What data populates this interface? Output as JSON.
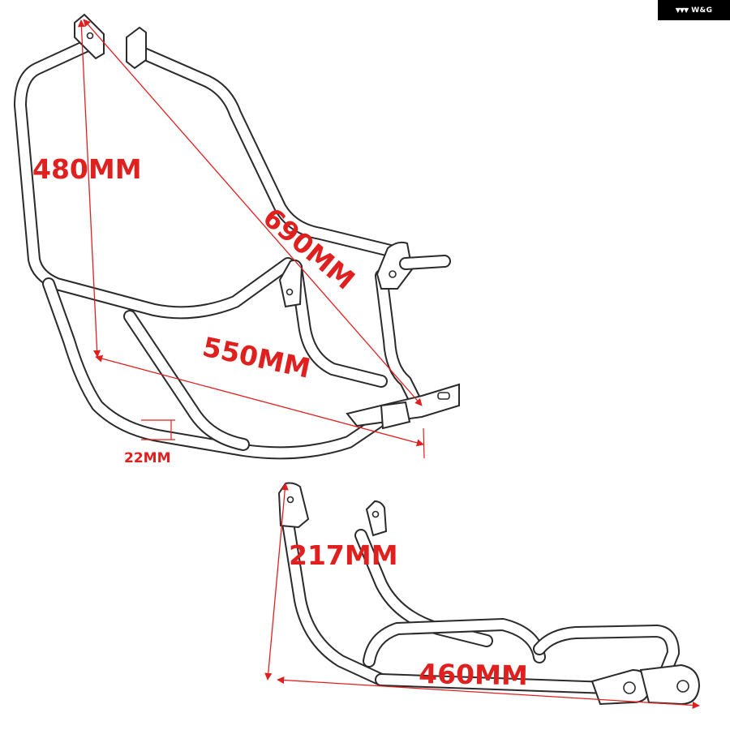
{
  "brand": {
    "name": "W&G",
    "mark": "▼▼▼"
  },
  "dimensions": {
    "height_top": "480MM",
    "diagonal": "690MM",
    "width_top": "550MM",
    "tube_diameter": "22MM",
    "height_bottom": "217MM",
    "width_bottom": "460MM"
  },
  "colors": {
    "dimension": "#e0201f",
    "outline": "#2a2a2a",
    "background": "#ffffff"
  }
}
